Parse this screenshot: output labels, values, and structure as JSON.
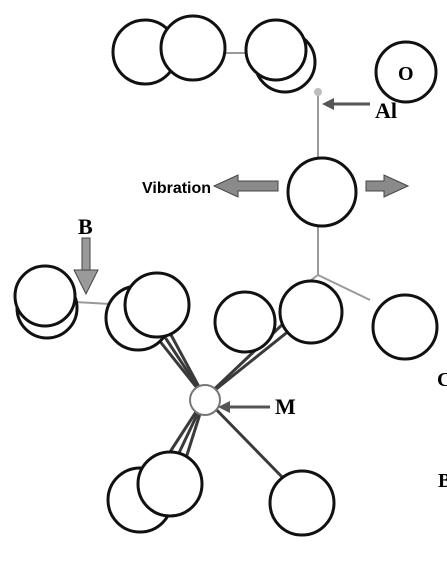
{
  "labels": {
    "oxygen": "O",
    "aluminum": "Al",
    "vibration": "Vibration",
    "site_b": "B",
    "metal": "M",
    "edge_c": "C",
    "edge_b": "B"
  },
  "colors": {
    "atom_outline": "#111111",
    "bond_light": "#9a9a9a",
    "bond_dark": "#3a3a3a",
    "arrow_fill": "#8a8a8a"
  }
}
